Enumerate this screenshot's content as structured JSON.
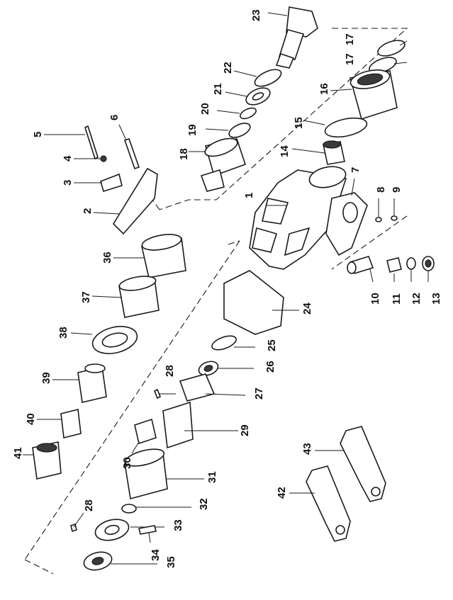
{
  "figure": {
    "type": "exploded-parts-diagram",
    "text_orientation": "rotated-90-ccw",
    "line_color": "#1a1a1a",
    "background": "#ffffff"
  },
  "callouts": [
    "1",
    "2",
    "3",
    "4",
    "5",
    "6",
    "7",
    "8",
    "9",
    "10",
    "11",
    "12",
    "13",
    "14",
    "15",
    "16",
    "17",
    "17",
    "18",
    "19",
    "20",
    "21",
    "22",
    "23",
    "24",
    "25",
    "26",
    "27",
    "28",
    "28",
    "29",
    "30",
    "31",
    "32",
    "33",
    "34",
    "35",
    "36",
    "37",
    "38",
    "39",
    "40",
    "41",
    "42",
    "43"
  ]
}
